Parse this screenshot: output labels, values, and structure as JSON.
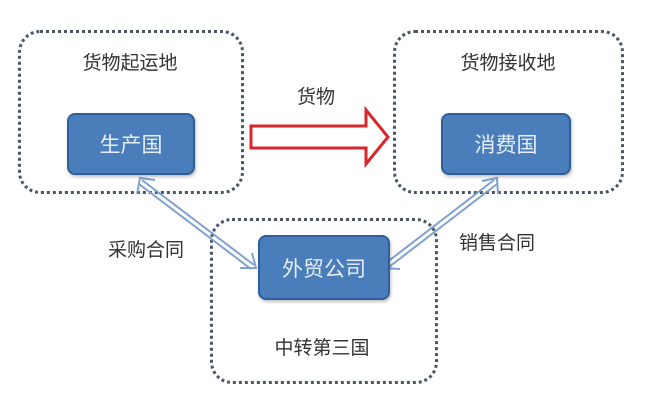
{
  "zones": {
    "origin": "货物起运地",
    "destination": "货物接收地",
    "transit": "中转第三国"
  },
  "nodes": {
    "producer": "生产国",
    "consumer": "消费国",
    "trader": "外贸公司"
  },
  "flows": {
    "goods": "货物",
    "purchase_contract": "采购合同",
    "sales_contract": "销售合同"
  },
  "colors": {
    "node": "#4a7ebb",
    "goods_arrow": "#d9262b",
    "contract_arrow": "#7da2d0"
  }
}
